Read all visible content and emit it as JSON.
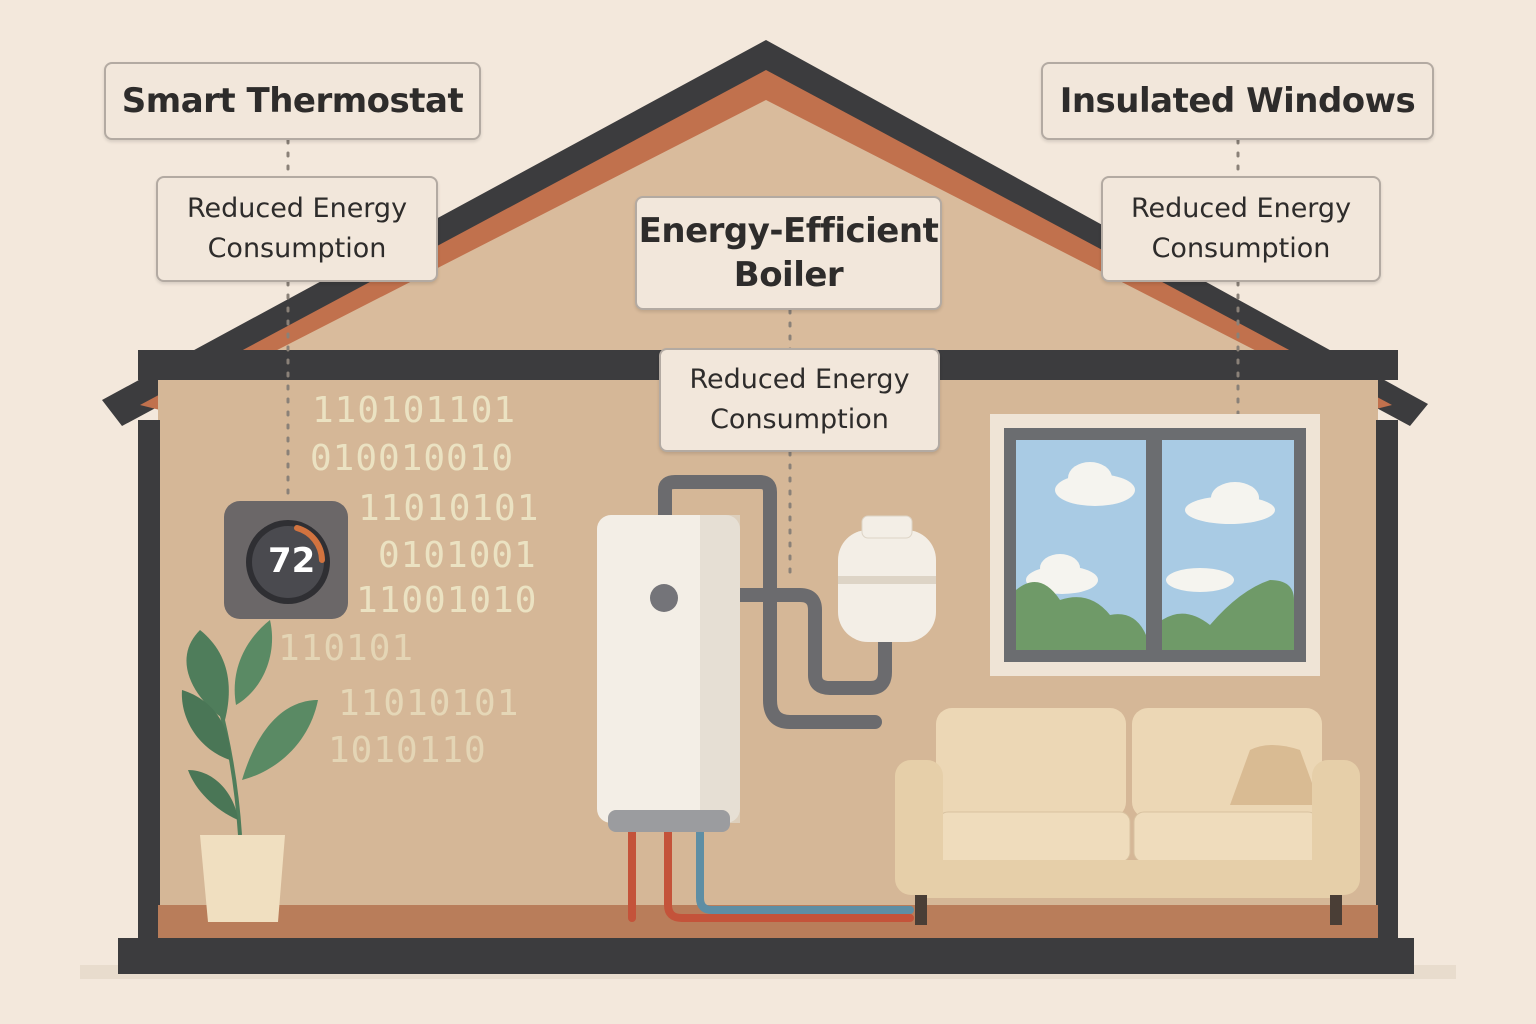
{
  "labels": {
    "thermostat_title": "Smart Thermostat",
    "thermostat_benefit": [
      "Reduced Energy",
      "Consumption"
    ],
    "boiler_title": [
      "Energy-Efficient",
      "Boiler"
    ],
    "boiler_benefit": [
      "Reduced Energy",
      "Consumption"
    ],
    "windows_title": "Insulated Windows",
    "windows_benefit": [
      "Reduced Energy",
      "Consumption"
    ]
  },
  "thermostat": {
    "temperature": "72"
  },
  "binary_rows": [
    "110101101",
    "010010010",
    "11010101",
    "0101001",
    "11001010",
    "110101",
    "11010101",
    "1010110"
  ],
  "colors": {
    "background": "#f3e8dc",
    "roof": "#3c3c3e",
    "roof_trim": "#c1714d",
    "wall": "#d5b797",
    "hot_pipe": "#c4533a",
    "cold_pipe": "#5e8ea4",
    "plant": "#4f7d5b"
  }
}
